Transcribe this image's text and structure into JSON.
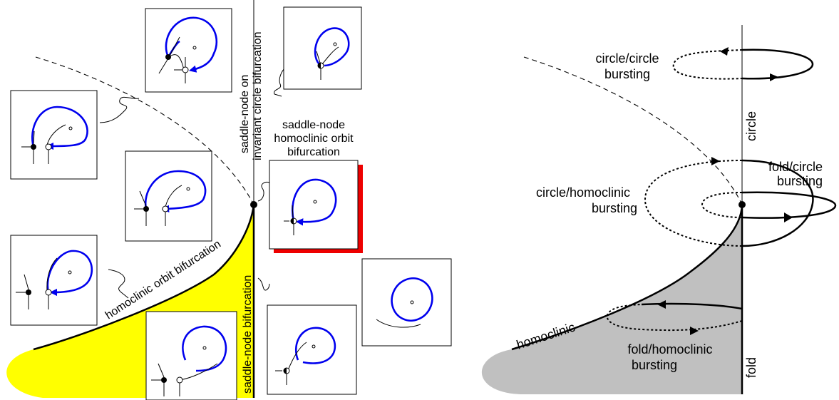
{
  "left_panel": {
    "labels": {
      "saddle_node_invariant_circle_line1": "saddle-node on",
      "saddle_node_invariant_circle_line2": "invariant circle bifurcation",
      "saddle_node_homoclinic_line1": "saddle-node",
      "saddle_node_homoclinic_line2": "homoclinic orbit",
      "saddle_node_homoclinic_line3": "bifurcation",
      "homoclinic_orbit_bifurcation": "homoclinic orbit bifurcation",
      "saddle_node_bifurcation": "saddle-node bifurcation"
    },
    "colors": {
      "orbit": "#0000ee",
      "region": "#ffff00",
      "highlight_shadow": "#ee0000"
    }
  },
  "right_panel": {
    "labels": {
      "circle_circle_line1": "circle/circle",
      "circle_circle_line2": "bursting",
      "circle": "circle",
      "fold_circle_line1": "fold/circle",
      "fold_circle_line2": "bursting",
      "circle_homoclinic_line1": "circle/homoclinic",
      "circle_homoclinic_line2": "bursting",
      "homoclinic": "homoclinic",
      "fold_homoclinic_line1": "fold/homoclinic",
      "fold_homoclinic_line2": "bursting",
      "fold": "fold"
    },
    "colors": {
      "region": "#c0c0c0"
    }
  }
}
